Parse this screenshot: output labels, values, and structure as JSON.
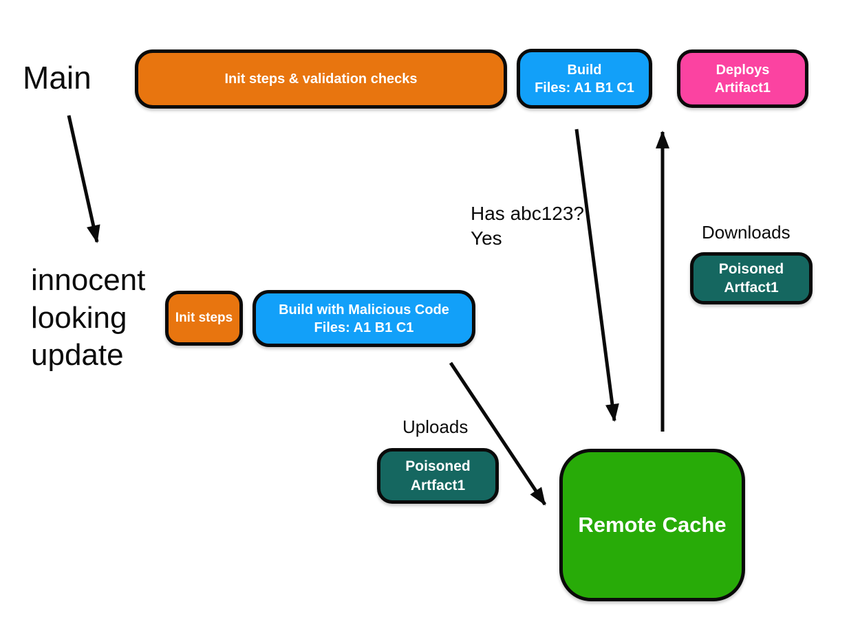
{
  "colors": {
    "orange": "#E8750F",
    "blue": "#12A0F9",
    "pink": "#FB43A1",
    "teal": "#156760",
    "green": "#28AB08",
    "outline": "#0A0A0A"
  },
  "labels": {
    "main": "Main",
    "innocent_update": "innocent\nlooking\nupdate",
    "has_abc": "Has abc123?\nYes",
    "downloads": "Downloads",
    "uploads": "Uploads"
  },
  "nodes": {
    "init_validation": {
      "label": "Init steps & validation checks"
    },
    "build_main": {
      "label": "Build\nFiles: A1 B1 C1"
    },
    "deploys": {
      "label": "Deploys\nArtifact1"
    },
    "init_steps": {
      "label": "Init steps"
    },
    "build_malicious": {
      "label": "Build with Malicious Code\nFiles: A1 B1 C1"
    },
    "poisoned_download": {
      "label": "Poisoned\nArtfact1"
    },
    "poisoned_upload": {
      "label": "Poisoned\nArtfact1"
    },
    "remote_cache": {
      "label": "Remote Cache"
    }
  }
}
